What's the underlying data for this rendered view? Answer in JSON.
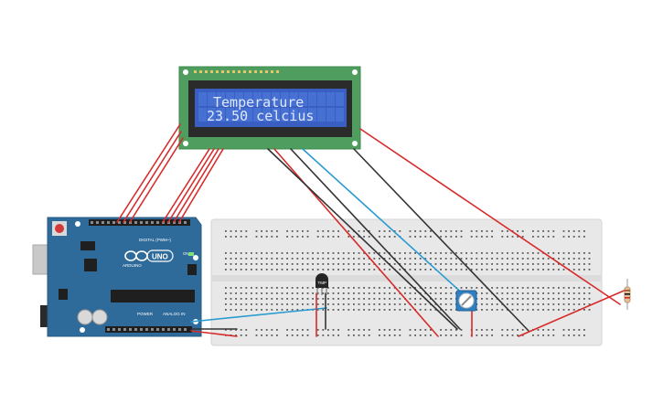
{
  "lcd": {
    "line1": "Temperature",
    "line2": "23.50 celcius"
  },
  "arduino": {
    "brand_label": "ARDUINO",
    "model_label": "UNO",
    "digital_label": "DIGITAL (PWM~)",
    "power_label": "POWER",
    "analog_label": "ANALOG IN",
    "on_label": "ON"
  },
  "sensor": {
    "label": "TMP"
  },
  "colors": {
    "lcd_board": "#4a9e5c",
    "lcd_screen": "#3a5fc2",
    "arduino_board": "#2f6b9a",
    "breadboard": "#e6e6e6",
    "wire_red": "#d62b2b",
    "wire_black": "#333333",
    "wire_blue": "#2a9bd0"
  }
}
